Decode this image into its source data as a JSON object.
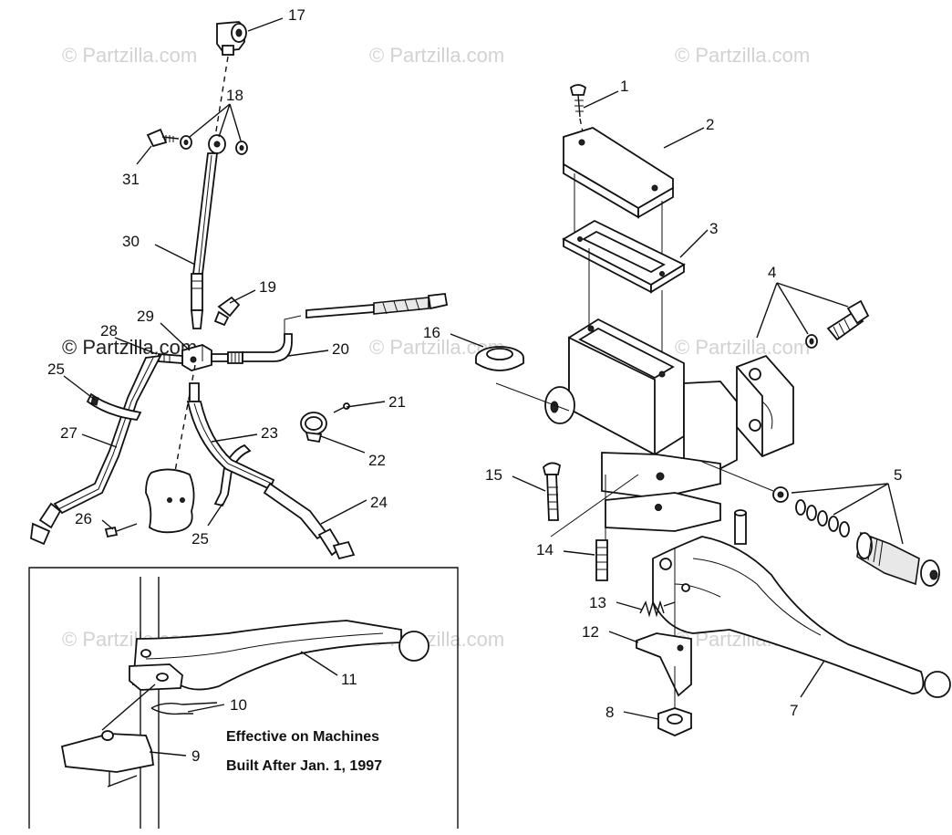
{
  "watermark": "© Partzilla.com",
  "note": {
    "line1": "Effective on Machines",
    "line2": "Built After Jan. 1, 1997"
  },
  "callouts": {
    "c1": "1",
    "c2": "2",
    "c3": "3",
    "c4": "4",
    "c5": "5",
    "c7": "7",
    "c8": "8",
    "c9": "9",
    "c10": "10",
    "c11": "11",
    "c12": "12",
    "c13": "13",
    "c14": "14",
    "c15": "15",
    "c16": "16",
    "c17": "17",
    "c18": "18",
    "c19": "19",
    "c20": "20",
    "c21": "21",
    "c22": "22",
    "c23": "23",
    "c24": "24",
    "c25a": "25",
    "c25b": "25",
    "c26": "26",
    "c27": "27",
    "c28": "28",
    "c29": "29",
    "c30": "30",
    "c31": "31"
  }
}
